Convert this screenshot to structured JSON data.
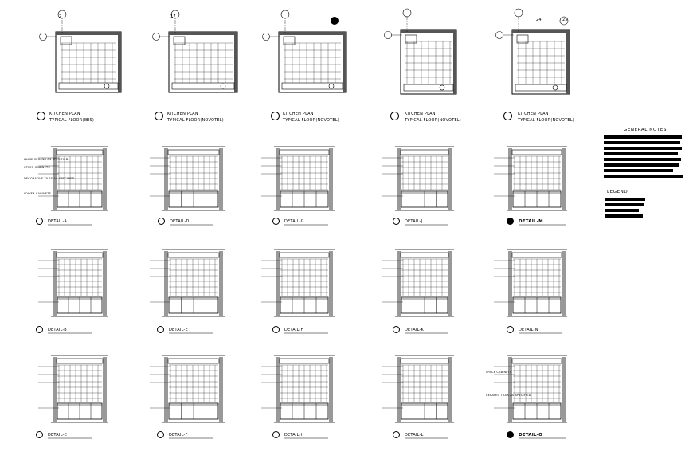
{
  "plans": [
    {
      "id": "plan-1",
      "title": "KITCHEN PLAN",
      "subtitle": "TYPICAL FLOOR(IBIS)"
    },
    {
      "id": "plan-2",
      "title": "KITCHEN PLAN",
      "subtitle": "TYPICAL FLOOR(NOVOTEL)"
    },
    {
      "id": "plan-3",
      "title": "KITCHEN PLAN",
      "subtitle": "TYPICAL FLOOR(NOVOTEL)"
    },
    {
      "id": "plan-4",
      "title": "KITCHEN PLAN",
      "subtitle": "TYPICAL FLOOR(NOVOTEL)"
    },
    {
      "id": "plan-5",
      "title": "KITCHEN PLAN",
      "subtitle": "TYPICAL FLOOR(NOVOTEL)"
    }
  ],
  "plan_grid_tags": [
    "2",
    "17",
    "",
    "",
    "24",
    "25"
  ],
  "details": [
    {
      "id": "detail-a",
      "label": "DETAIL-A"
    },
    {
      "id": "detail-d",
      "label": "DETAIL-D"
    },
    {
      "id": "detail-g",
      "label": "DETAIL-G"
    },
    {
      "id": "detail-j",
      "label": "DETAIL-J"
    },
    {
      "id": "detail-m",
      "label": "DETAIL-M"
    },
    {
      "id": "detail-b",
      "label": "DETAIL-B"
    },
    {
      "id": "detail-e",
      "label": "DETAIL-E"
    },
    {
      "id": "detail-h",
      "label": "DETAIL-H"
    },
    {
      "id": "detail-k",
      "label": "DETAIL-K"
    },
    {
      "id": "detail-n",
      "label": "DETAIL-N"
    },
    {
      "id": "detail-c",
      "label": "DETAIL-C"
    },
    {
      "id": "detail-f",
      "label": "DETAIL-F"
    },
    {
      "id": "detail-i",
      "label": "DETAIL-I"
    },
    {
      "id": "detail-l",
      "label": "DETAIL-L"
    },
    {
      "id": "detail-o",
      "label": "DETAIL-O"
    }
  ],
  "elevation_notes": {
    "false_ceiling": "FALSE CEILING AS SPECIFIED",
    "upper_cabinets": "UPPER CABINETS",
    "lower_cabinets": "LOWER CABINETS",
    "decorative_tiles": "DECORATIVE TILES AS SPECIFIED",
    "ceramic_tiles": "CERAMIC TILES AS SPECIFIED",
    "space_cabinets": "SPACE CABINETS"
  },
  "sidebar": {
    "general_notes_title": "GENERAL NOTES",
    "legend_title": "LEGEND"
  },
  "colors": {
    "line": "#000000",
    "background": "#ffffff"
  }
}
